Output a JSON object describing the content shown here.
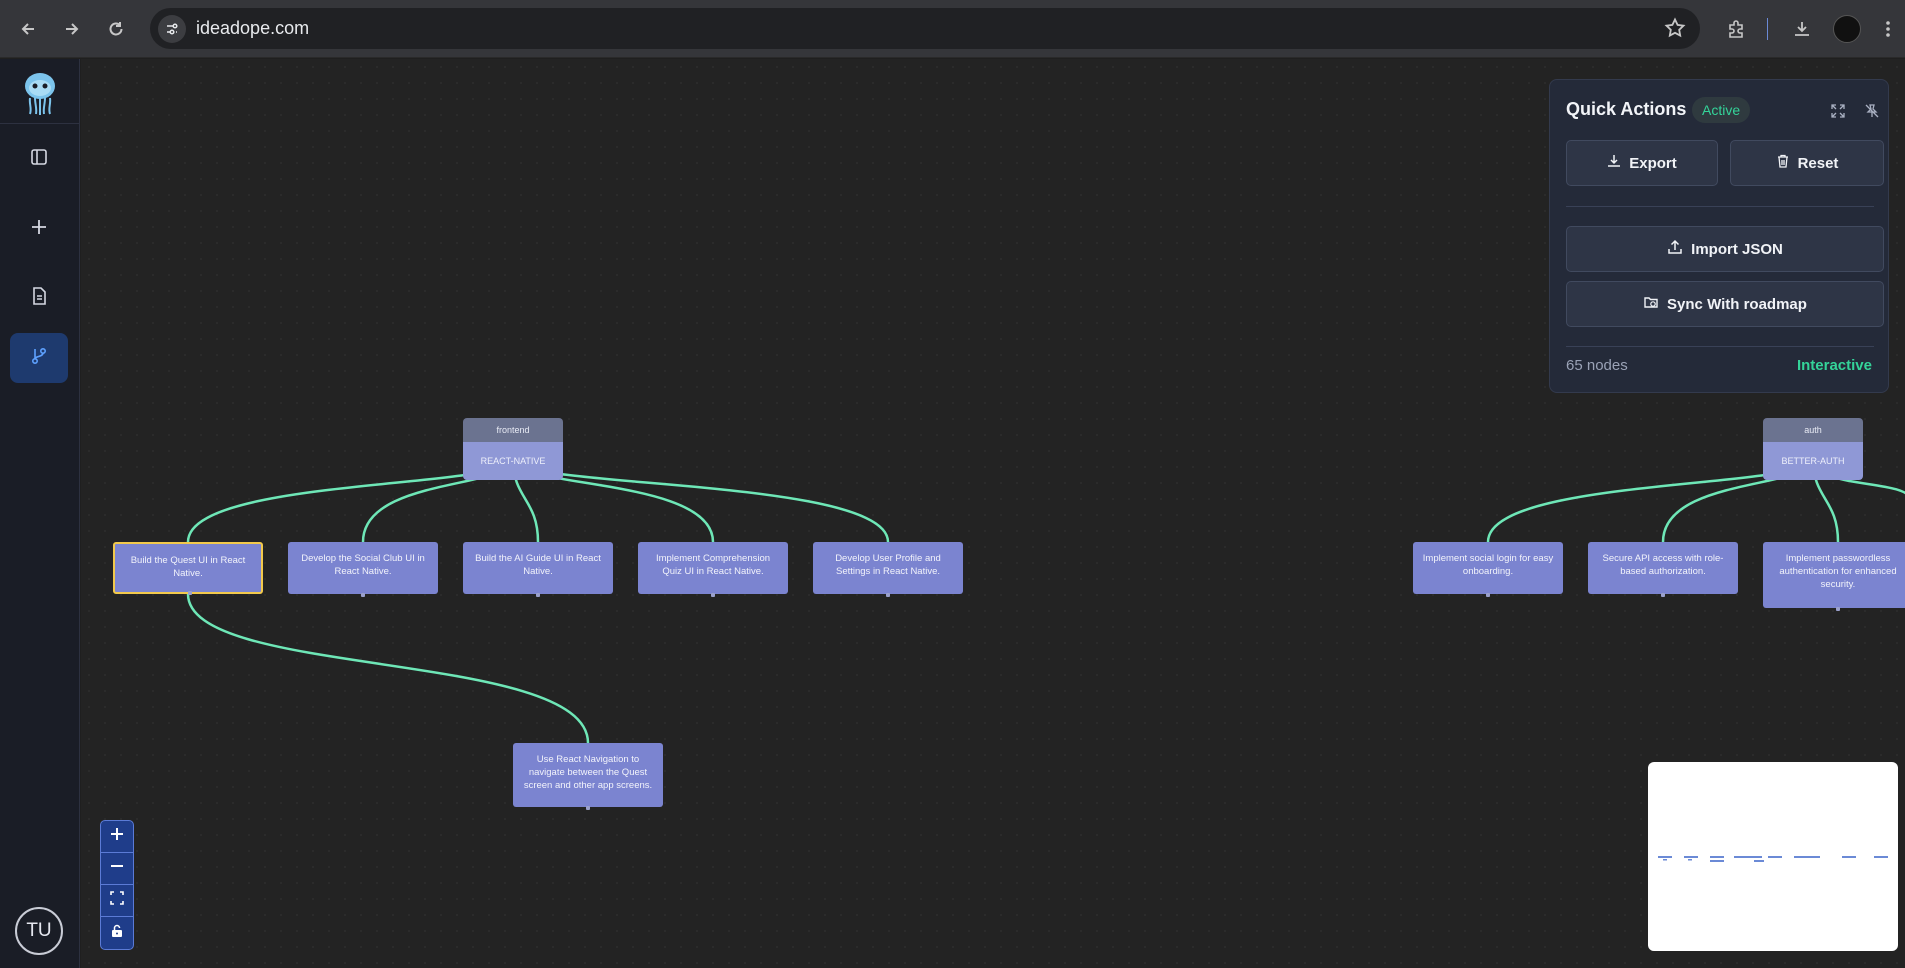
{
  "browser": {
    "url": "ideadope.com"
  },
  "sidebar": {
    "items": [
      {
        "name": "panel-toggle-icon"
      },
      {
        "name": "plus-icon"
      },
      {
        "name": "document-icon"
      },
      {
        "name": "git-branch-icon",
        "active": true
      }
    ],
    "avatar_initials": "TU"
  },
  "canvas": {
    "groups": [
      {
        "tag": "frontend",
        "name": "REACT-NATIVE"
      },
      {
        "tag": "auth",
        "name": "BETTER-AUTH"
      }
    ],
    "tasks": [
      {
        "text": "Build the Quest UI in React Native.",
        "selected": true
      },
      {
        "text": "Develop the Social Club UI in React Native."
      },
      {
        "text": "Build the AI Guide UI in React Native."
      },
      {
        "text": "Implement Comprehension Quiz UI in React Native."
      },
      {
        "text": "Develop User Profile and Settings in React Native."
      },
      {
        "text": "Use React Navigation to navigate between the Quest screen and other app screens."
      },
      {
        "text": "Implement social login for easy onboarding."
      },
      {
        "text": "Secure API access with role-based authorization."
      },
      {
        "text": "Implement passwordless authentication for enhanced security."
      }
    ],
    "edge_color": "#6ee7b7"
  },
  "quick_actions": {
    "title": "Quick Actions",
    "status": "Active",
    "export_label": "Export",
    "reset_label": "Reset",
    "import_label": "Import JSON",
    "sync_label": "Sync With roadmap",
    "node_count": "65 nodes",
    "mode": "Interactive"
  },
  "colors": {
    "accent_green": "#34d399",
    "node_fill": "#7b84d0",
    "selected_border": "#f2c94c",
    "active_nav": "#1e3a6e"
  }
}
